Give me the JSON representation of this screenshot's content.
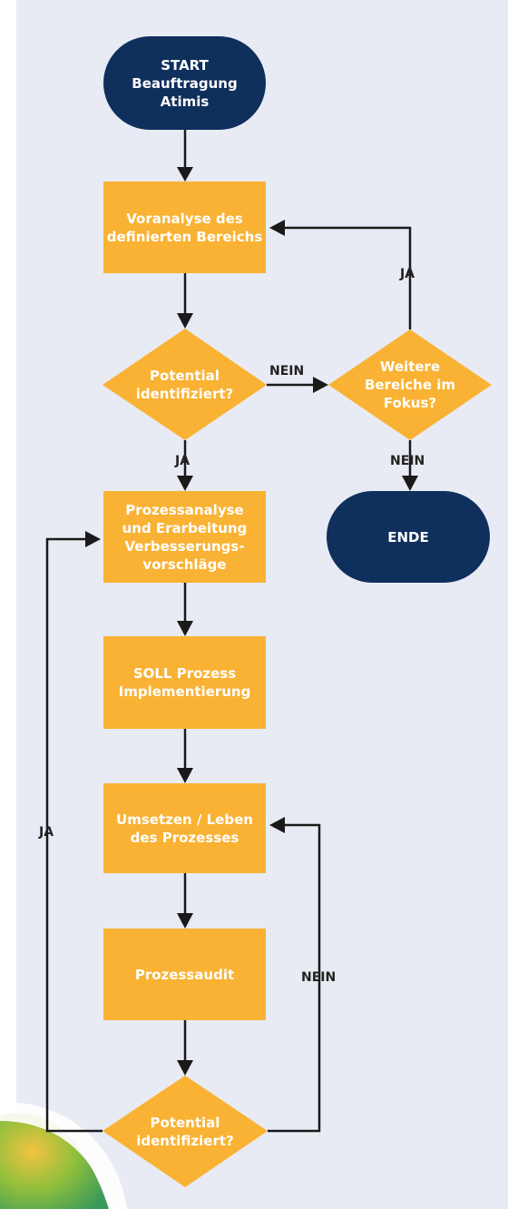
{
  "colors": {
    "panel": "#e8ebf3",
    "process": "#f9b233",
    "terminal": "#0f2f5c",
    "arrow": "#1a1a1a",
    "label_text": "#ffffff"
  },
  "nodes": {
    "start": "START\nBeauftragung\nAtimis",
    "voranalyse": "Voranalyse des\ndefinierten Bereichs",
    "potential1": "Potential\nidentifiziert?",
    "weitere": "Weitere\nBereiche im\nFokus?",
    "ende": "ENDE",
    "prozessanalyse": "Prozessanalyse\nund Erarbeitung\nVerbesserungs-\nvorschläge",
    "soll": "SOLL Prozess\nImplementierung",
    "umsetzen": "Umsetzen / Leben\ndes Prozesses",
    "audit": "Prozessaudit",
    "potential2": "Potential\nidentifiziert?"
  },
  "edges": {
    "nein_right": "NEIN",
    "ja_loop_top": "JA",
    "ja_down": "JA",
    "nein_down": "NEIN",
    "ja_left_loop": "JA",
    "nein_right_loop": "NEIN"
  }
}
